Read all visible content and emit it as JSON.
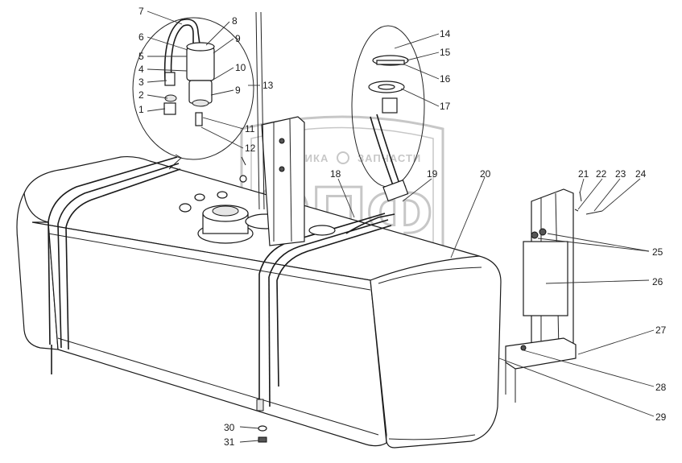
{
  "watermark": {
    "logo_text": "ЭПФ",
    "line1": "ТЕХНИКА",
    "line2": "ЗАПЧАСТИ",
    "color": "#9a9a9a"
  },
  "callouts": [
    {
      "id": "1",
      "text": "1"
    },
    {
      "id": "2",
      "text": "2"
    },
    {
      "id": "3",
      "text": "3"
    },
    {
      "id": "4",
      "text": "4"
    },
    {
      "id": "5",
      "text": "5"
    },
    {
      "id": "6",
      "text": "6"
    },
    {
      "id": "7",
      "text": "7"
    },
    {
      "id": "8",
      "text": "8"
    },
    {
      "id": "9a",
      "text": "9"
    },
    {
      "id": "9b",
      "text": "9"
    },
    {
      "id": "10",
      "text": "10"
    },
    {
      "id": "11",
      "text": "11"
    },
    {
      "id": "12",
      "text": "12"
    },
    {
      "id": "13",
      "text": "13"
    },
    {
      "id": "14",
      "text": "14"
    },
    {
      "id": "15",
      "text": "15"
    },
    {
      "id": "16",
      "text": "16"
    },
    {
      "id": "17",
      "text": "17"
    },
    {
      "id": "18",
      "text": "18"
    },
    {
      "id": "19",
      "text": "19"
    },
    {
      "id": "20",
      "text": "20"
    },
    {
      "id": "21",
      "text": "21"
    },
    {
      "id": "22",
      "text": "22"
    },
    {
      "id": "23",
      "text": "23"
    },
    {
      "id": "24",
      "text": "24"
    },
    {
      "id": "25",
      "text": "25"
    },
    {
      "id": "26",
      "text": "26"
    },
    {
      "id": "27",
      "text": "27"
    },
    {
      "id": "28",
      "text": "28"
    },
    {
      "id": "29",
      "text": "29"
    },
    {
      "id": "30",
      "text": "30"
    },
    {
      "id": "31",
      "text": "31"
    }
  ]
}
